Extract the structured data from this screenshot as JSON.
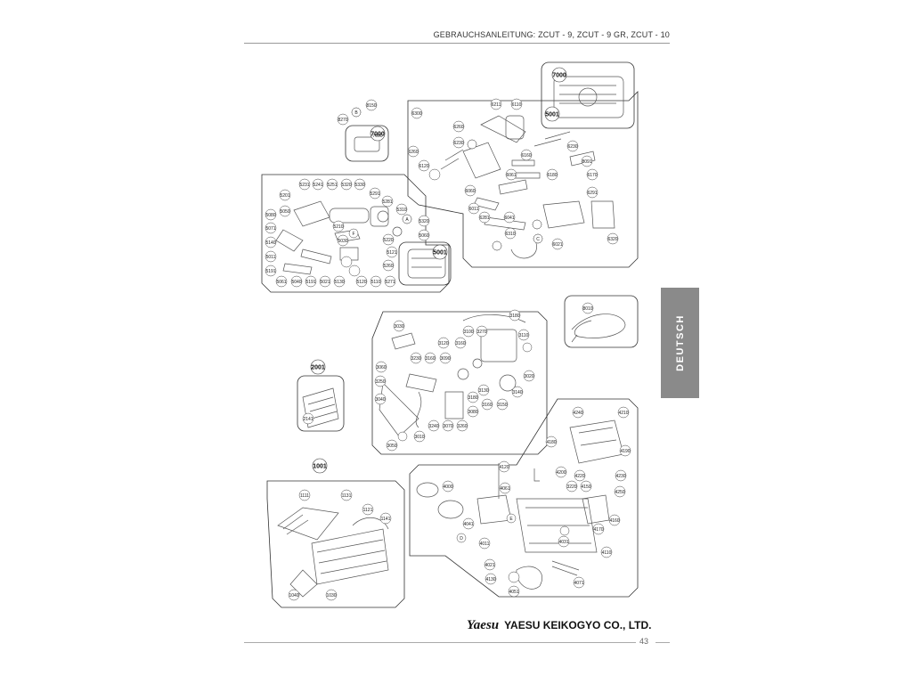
{
  "header": {
    "title": "GEBRAUCHSANLEITUNG: ZCUT - 9, ZCUT - 9 GR, ZCUT - 10"
  },
  "side_tab": {
    "label": "DEUTSCH"
  },
  "footer": {
    "page_number": "43",
    "brand_logo": "Yaesu",
    "brand_name": "YAESU KEIKOGYO CO., LTD."
  },
  "diagram": {
    "groups": {
      "g7000_top": {
        "label": "7000"
      },
      "g5001_box": {
        "label": "5001"
      },
      "g7000_small": {
        "label": "7000"
      },
      "g2001": {
        "label": "2001"
      },
      "g1001": {
        "label": "1001"
      },
      "g5001_inner": {
        "label": "5001"
      }
    },
    "part_labels": {
      "top_left": [
        "8150",
        "8270",
        "7000"
      ],
      "upper_right": [
        "6300",
        "6211",
        "6110",
        "6260",
        "6230",
        "6260",
        "6120",
        "6230",
        "8091",
        "6170",
        "6180",
        "6160",
        "6061",
        "6060",
        "6011",
        "6281",
        "6041",
        "6291",
        "6310",
        "6021",
        "6320"
      ],
      "middle_left": [
        "5231",
        "5241",
        "5251",
        "5320",
        "5330",
        "5201",
        "5291",
        "5050",
        "5281",
        "5080",
        "5310",
        "5071",
        "5210",
        "5320",
        "5140",
        "5030",
        "5220",
        "5011",
        "5121",
        "5191",
        "5060",
        "5260",
        "5061",
        "5040",
        "5191",
        "5021",
        "5130",
        "5120",
        "5110",
        "5271"
      ],
      "center": [
        "3030",
        "3180",
        "3100",
        "3270",
        "3110",
        "3120",
        "3160",
        "3090",
        "3060",
        "3230",
        "3160",
        "3020",
        "3250",
        "3130",
        "3140",
        "3040",
        "3180",
        "3160",
        "3150",
        "3080",
        "3240",
        "3070",
        "3260",
        "3050",
        "3010"
      ],
      "cable": [
        "8010"
      ],
      "left_small": [
        "2141"
      ],
      "lower_right": [
        "4240",
        "4210",
        "4180",
        "4190",
        "4200",
        "4220",
        "4230",
        "4120",
        "3220",
        "4150",
        "4250",
        "4000",
        "4061",
        "4160",
        "4041",
        "4170",
        "4011",
        "4031",
        "4110",
        "4021",
        "4071",
        "4130",
        "4051"
      ],
      "bottom_left": [
        "1111",
        "1131",
        "1121",
        "1141",
        "1040",
        "1030"
      ],
      "callout_letters": [
        "A",
        "B",
        "C",
        "D",
        "E",
        "F"
      ]
    }
  }
}
